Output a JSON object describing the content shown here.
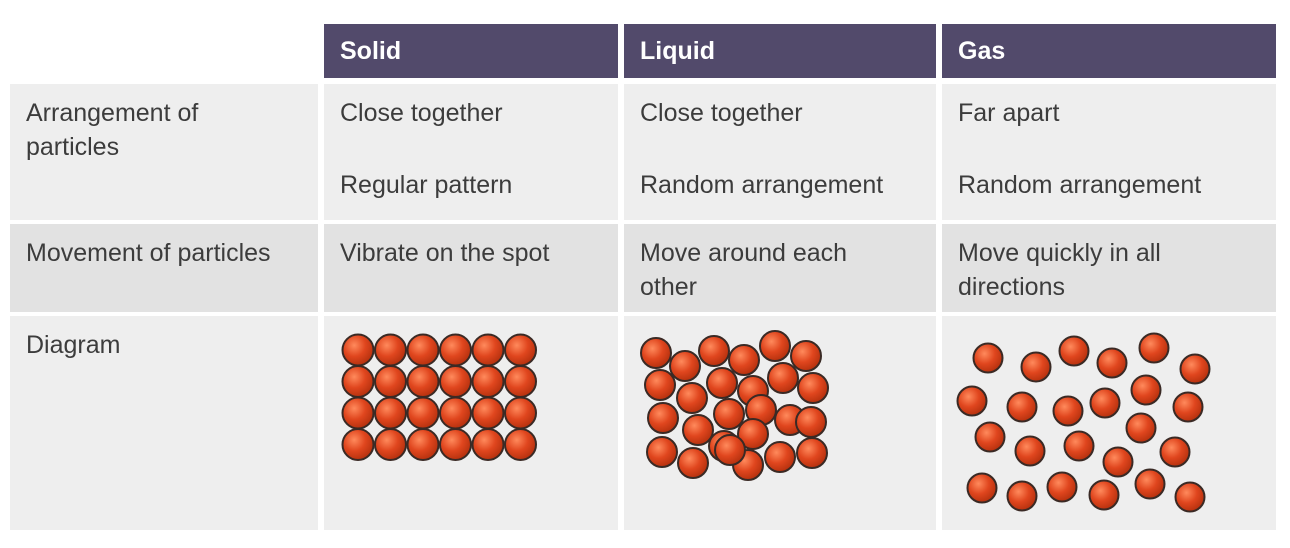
{
  "columns": {
    "solid": "Solid",
    "liquid": "Liquid",
    "gas": "Gas"
  },
  "rows": {
    "arrangement": {
      "label": "Arrangement of particles",
      "solid": [
        "Close together",
        "Regular pattern"
      ],
      "liquid": [
        "Close together",
        "Random arrangement"
      ],
      "gas": [
        "Far apart",
        "Random arrangement"
      ]
    },
    "movement": {
      "label": "Movement of particles",
      "solid": "Vibrate on the spot",
      "liquid": "Move around each other",
      "gas": "Move quickly in all directions"
    },
    "diagram": {
      "label": "Diagram"
    }
  },
  "colors": {
    "header": "#524a6b",
    "particle_fill": "#e0461e",
    "particle_outline": "#3a2a25"
  }
}
